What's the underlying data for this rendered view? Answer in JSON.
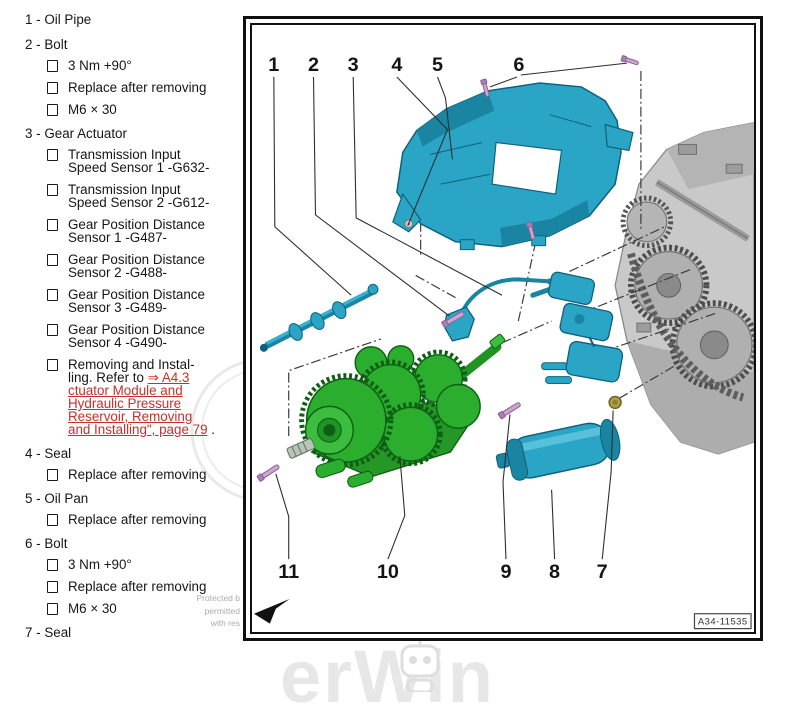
{
  "parts_list": {
    "items": [
      {
        "num": "1",
        "name": "Oil Pipe",
        "subs": []
      },
      {
        "num": "2",
        "name": "Bolt",
        "subs": [
          {
            "text": "3 Nm +90°"
          },
          {
            "text": "Replace after removing"
          },
          {
            "text": "M6 × 30"
          }
        ]
      },
      {
        "num": "3",
        "name": "Gear Actuator",
        "subs": [
          {
            "text": "Transmission Input Speed Sensor 1 -G632-"
          },
          {
            "text": "Transmission Input Speed Sensor 2 -G612-"
          },
          {
            "text": "Gear Position Distance Sensor 1 -G487-"
          },
          {
            "text": "Gear Position Distance Sensor 2 -G488-"
          },
          {
            "text": "Gear Position Distance Sensor 3 -G489-"
          },
          {
            "text": "Gear Position Distance Sensor 4 -G490-"
          },
          {
            "prefix": "Removing and Instal-ling. Refer to ",
            "link": "⇒ A4.3 ctuator Module and Hydraulic Pressure Reservoir, Removing and Installing\", page 79",
            "suffix": " ."
          }
        ]
      },
      {
        "num": "4",
        "name": "Seal",
        "subs": [
          {
            "text": "Replace after removing"
          }
        ]
      },
      {
        "num": "5",
        "name": "Oil Pan",
        "subs": [
          {
            "text": "Replace after removing"
          }
        ]
      },
      {
        "num": "6",
        "name": "Bolt",
        "subs": [
          {
            "text": "3 Nm +90°"
          },
          {
            "text": "Replace after removing"
          },
          {
            "text": "M6 × 30"
          }
        ]
      },
      {
        "num": "7",
        "name": "Seal",
        "subs": []
      }
    ]
  },
  "diagram": {
    "callouts_top": [
      "1",
      "2",
      "3",
      "4",
      "5",
      "6"
    ],
    "callouts_bottom": [
      "11",
      "10",
      "9",
      "8",
      "7"
    ],
    "figure_label": "A34-11535"
  },
  "footer": {
    "protected_lines": [
      "Protected b",
      "permitted",
      "with res"
    ],
    "watermark": "erWin"
  },
  "colors": {
    "teal": "#2BA5C6",
    "teal_dark": "#0E617A",
    "green": "#2BAD2E",
    "green_dark": "#0D5F13",
    "pink_bolt": "#CBA6CF",
    "case_gray": "#C9C9C9",
    "link_red": "#C5302C",
    "seal_yellow": "#AE9F45"
  }
}
